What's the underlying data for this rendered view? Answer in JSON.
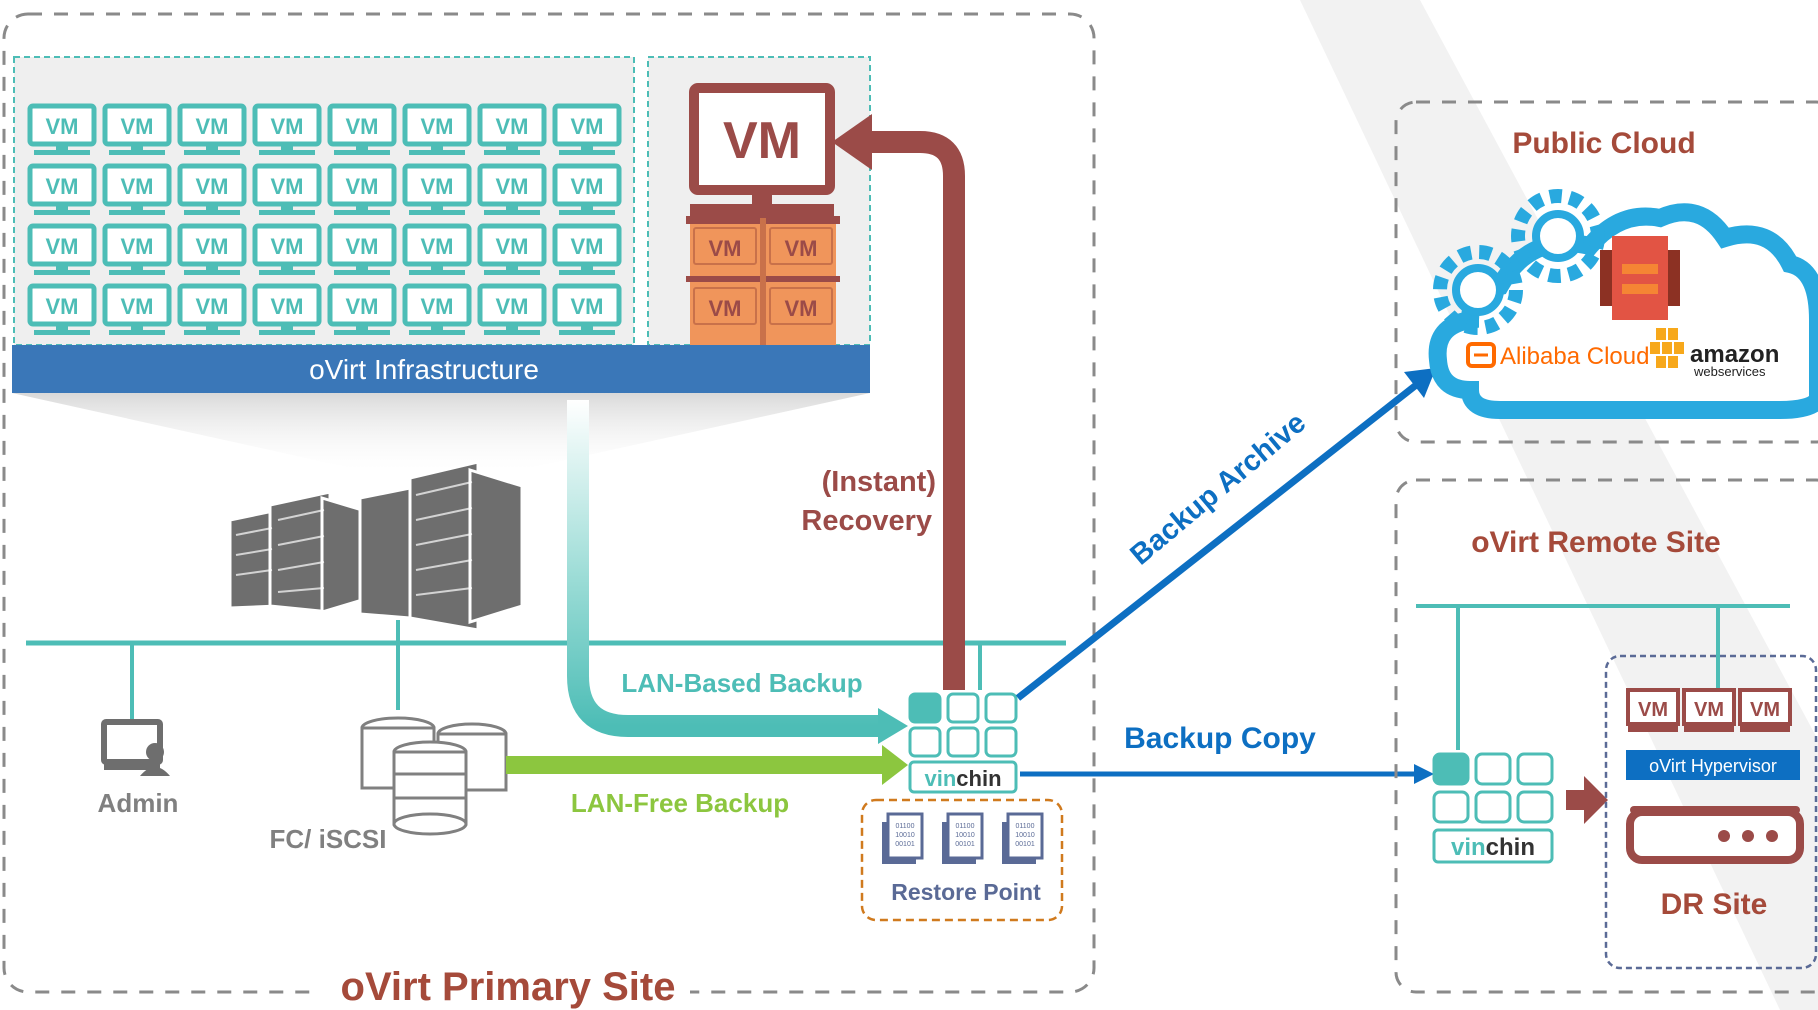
{
  "primary_site": {
    "title": "oVirt Primary Site",
    "infrastructure_label": "oVirt Infrastructure",
    "vm_grid": {
      "rows": 4,
      "cols": 8,
      "label": "VM"
    },
    "restored_vm_label": "VM",
    "small_vm_label": "VM",
    "admin_label": "Admin",
    "storage_label": "FC/ iSCSI",
    "restore_point_label": "Restore Point",
    "binary_text": [
      "01100",
      "10010",
      "00101"
    ]
  },
  "flows": {
    "lan_based": "LAN-Based Backup",
    "lan_free": "LAN-Free Backup",
    "recovery_line1": "(Instant)",
    "recovery_line2": "Recovery",
    "archive": "Backup Archive",
    "copy": "Backup Copy"
  },
  "vinchin": {
    "part1": "vin",
    "part2": "chin"
  },
  "public_cloud": {
    "title": "Public  Cloud",
    "alibaba": "Alibaba Cloud",
    "amazon": "amazon",
    "aws_sub": "webservices"
  },
  "remote_site": {
    "title": "oVirt Remote Site",
    "hypervisor_label": "oVirt Hypervisor",
    "vm_label": "VM",
    "dr_label": "DR Site"
  },
  "colors": {
    "teal": "#4dbdb6",
    "brown": "#9b4b48",
    "green": "#8cc63f",
    "blue": "#0d6fc2",
    "infra_bar": "#3a77b8",
    "orange": "#f0955b",
    "title_brown": "#a54a3a"
  }
}
